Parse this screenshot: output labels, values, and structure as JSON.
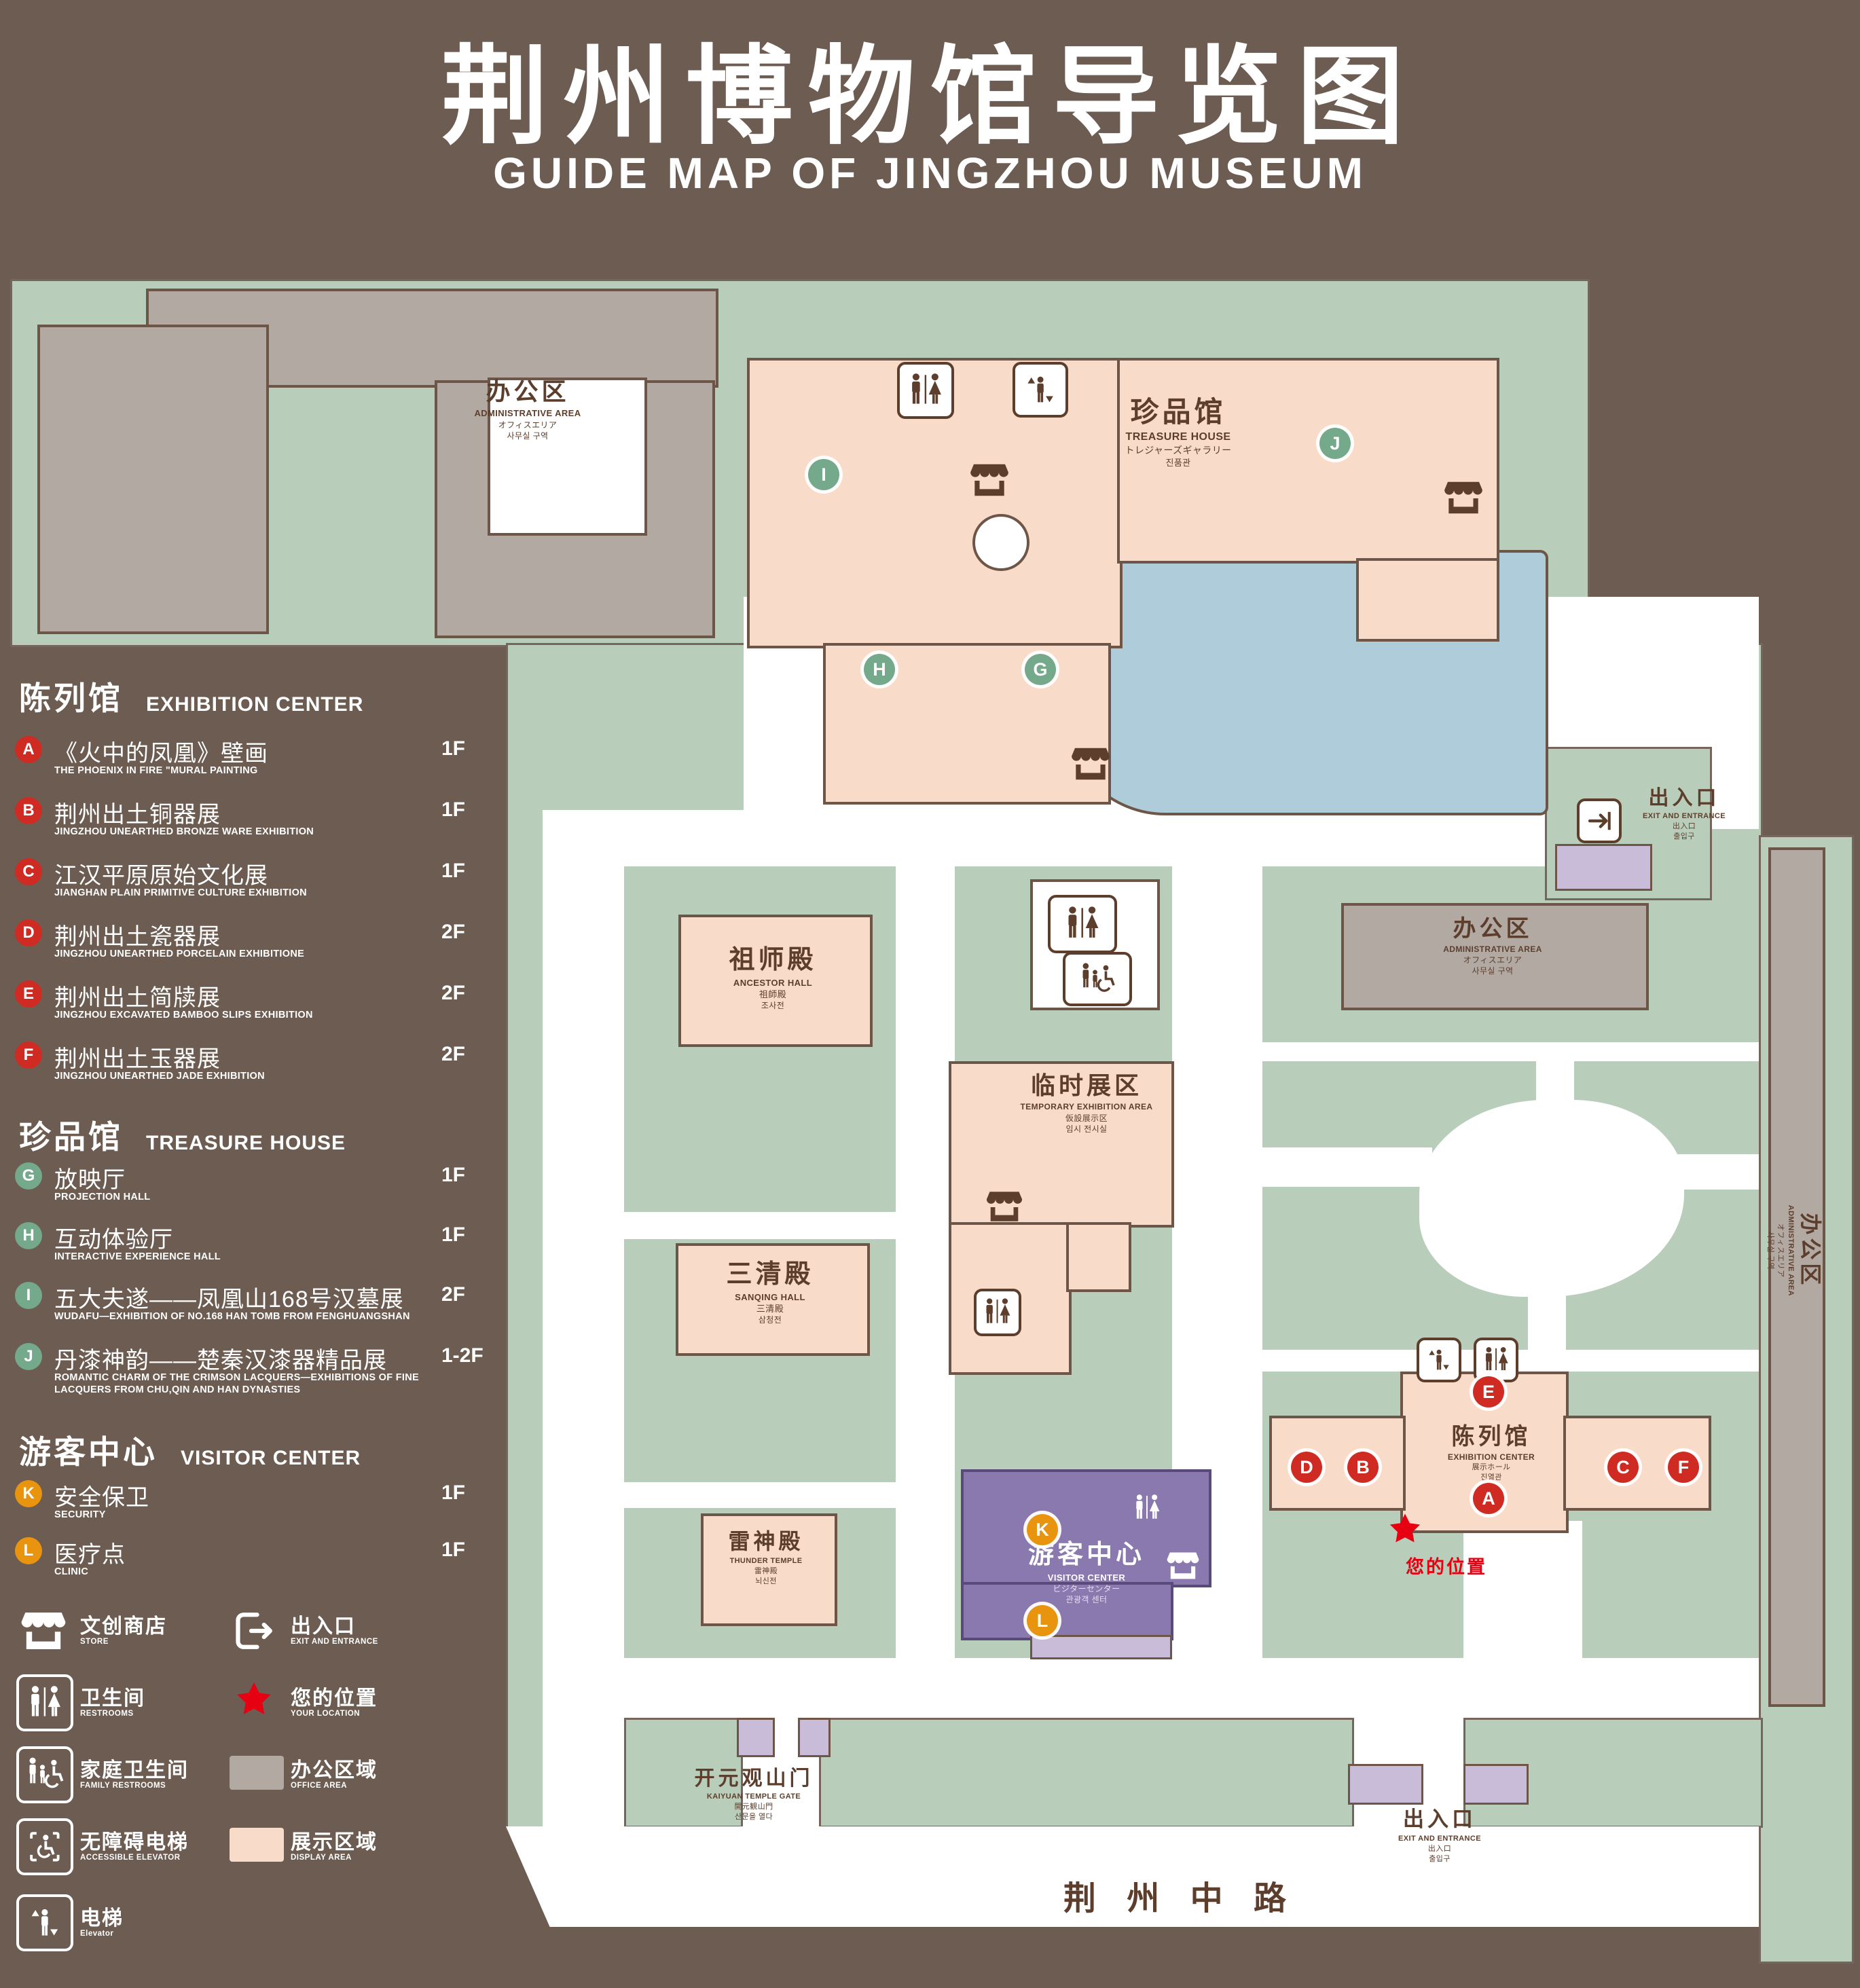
{
  "title": {
    "zh": "荆州博物馆导览图",
    "en": "GUIDE MAP OF JINGZHOU MUSEUM"
  },
  "legend": {
    "sections": [
      {
        "zh": "陈列馆",
        "en": "EXHIBITION CENTER",
        "items": [
          {
            "id": "A",
            "zh": "《火中的凤凰》壁画",
            "en": "THE PHOENIX IN FIRE \"MURAL PAINTING",
            "floor": "1F"
          },
          {
            "id": "B",
            "zh": "荆州出土铜器展",
            "en": "JINGZHOU UNEARTHED BRONZE WARE EXHIBITION",
            "floor": "1F"
          },
          {
            "id": "C",
            "zh": "江汉平原原始文化展",
            "en": "JIANGHAN PLAIN PRIMITIVE CULTURE EXHIBITION",
            "floor": "1F"
          },
          {
            "id": "D",
            "zh": "荆州出土瓷器展",
            "en": "JINGZHOU UNEARTHED PORCELAIN EXHIBITIONE",
            "floor": "2F"
          },
          {
            "id": "E",
            "zh": "荆州出土简牍展",
            "en": "JINGZHOU EXCAVATED BAMBOO SLIPS EXHIBITION",
            "floor": "2F"
          },
          {
            "id": "F",
            "zh": "荆州出土玉器展",
            "en": "JINGZHOU UNEARTHED JADE EXHIBITION",
            "floor": "2F"
          }
        ]
      },
      {
        "zh": "珍品馆",
        "en": "TREASURE HOUSE",
        "items": [
          {
            "id": "G",
            "zh": "放映厅",
            "en": "PROJECTION HALL",
            "floor": "1F"
          },
          {
            "id": "H",
            "zh": "互动体验厅",
            "en": "INTERACTIVE EXPERIENCE HALL",
            "floor": "1F"
          },
          {
            "id": "I",
            "zh": "五大夫遂——凤凰山168号汉墓展",
            "en": "WUDAFU—EXHIBITION OF NO.168 HAN TOMB FROM FENGHUANGSHAN",
            "floor": "2F"
          },
          {
            "id": "J",
            "zh": "丹漆神韵——楚秦汉漆器精品展",
            "en": "ROMANTIC CHARM OF THE CRIMSON LACQUERS—EXHIBITIONS OF FINE LACQUERS FROM CHU,QIN AND HAN DYNASTIES",
            "floor": "1-2F"
          }
        ]
      },
      {
        "zh": "游客中心",
        "en": "VISITOR CENTER",
        "items": [
          {
            "id": "K",
            "zh": "安全保卫",
            "en": "SECURITY",
            "floor": "1F"
          },
          {
            "id": "L",
            "zh": "医疗点",
            "en": "CLINIC",
            "floor": "1F"
          }
        ]
      }
    ],
    "symbols": {
      "store": {
        "zh": "文创商店",
        "en": "STORE"
      },
      "exit": {
        "zh": "出入口",
        "en": "EXIT AND ENTRANCE"
      },
      "restroom": {
        "zh": "卫生间",
        "en": "RESTROOMS"
      },
      "location": {
        "zh": "您的位置",
        "en": "YOUR LOCATION"
      },
      "family": {
        "zh": "家庭卫生间",
        "en": "FAMILY RESTROOMS"
      },
      "office": {
        "zh": "办公区域",
        "en": "OFFICE AREA"
      },
      "accessible": {
        "zh": "无障碍电梯",
        "en": "ACCESSIBLE ELEVATOR"
      },
      "display": {
        "zh": "展示区域",
        "en": "DISPLAY AREA"
      },
      "elevator": {
        "zh": "电梯",
        "en": "Elevator"
      }
    }
  },
  "map": {
    "admin": {
      "zh": "办公区",
      "en": "ADMINISTRATIVE AREA",
      "ja": "オフィスエリア",
      "ko": "사무실 구역"
    },
    "treasure": {
      "zh": "珍品馆",
      "en": "TREASURE HOUSE",
      "ja": "トレジャーズギャラリー",
      "ko": "진품관"
    },
    "ancestor": {
      "zh": "祖师殿",
      "en": "ANCESTOR HALL",
      "ja": "祖師殿",
      "ko": "조사전"
    },
    "temporary": {
      "zh": "临时展区",
      "en": "TEMPORARY EXHIBITION AREA",
      "ja": "仮設展示区",
      "ko": "임시 전시실"
    },
    "sanqing": {
      "zh": "三清殿",
      "en": "SANQING HALL",
      "ja": "三清殿",
      "ko": "삼청전"
    },
    "thunder": {
      "zh": "雷神殿",
      "en": "THUNDER TEMPLE",
      "ja": "雷神殿",
      "ko": "뇌신전"
    },
    "visitor": {
      "zh": "游客中心",
      "en": "VISITOR CENTER",
      "ja": "ビジターセンター",
      "ko": "관광객 센터"
    },
    "exhibition": {
      "zh": "陈列馆",
      "en": "EXHIBITION CENTER",
      "ja": "展示ホール",
      "ko": "진열관"
    },
    "exit": {
      "zh": "出入口",
      "en": "EXIT AND ENTRANCE",
      "ja": "出入口",
      "ko": "출입구"
    },
    "gate": {
      "zh": "开元观山门",
      "en": "KAIYUAN TEMPLE GATE",
      "ja": "開元観山門",
      "ko": "산문을 열다"
    },
    "road": "荆 州 中 路",
    "location": "您的位置",
    "markers": [
      "A",
      "B",
      "C",
      "D",
      "E",
      "F",
      "G",
      "H",
      "I",
      "J",
      "K",
      "L"
    ]
  },
  "colors": {
    "background": "#6d5c51",
    "lawn_green": "#b9ceba",
    "display_pink": "#f8dcc9",
    "office_gray": "#b2a9a3",
    "water_blue": "#afccdb",
    "visitor_purple": "#8a79ae",
    "entrance_lavender": "#c9bcd9",
    "icon_brown": "#5d3e2c",
    "marker_red": "#cf2b23",
    "marker_green": "#74a98c",
    "marker_orange": "#e9940f",
    "location_red": "#e60012"
  }
}
